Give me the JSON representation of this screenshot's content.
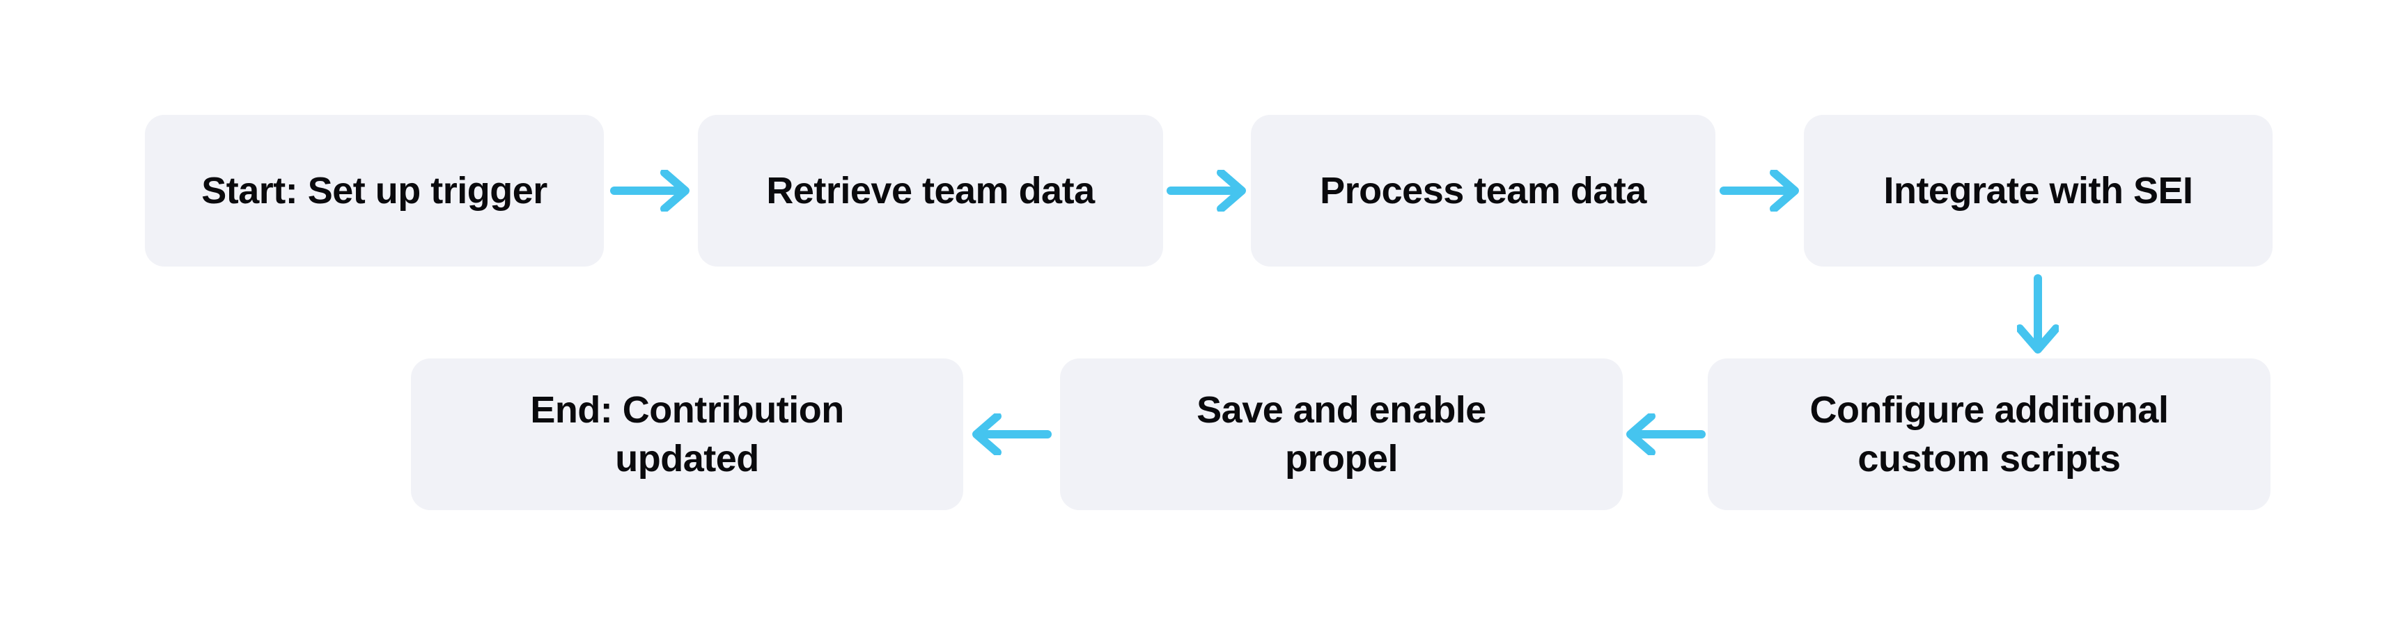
{
  "diagram": {
    "type": "flowchart",
    "background_color": "#ffffff",
    "node_fill_color": "#f1f2f7",
    "node_text_color": "#0a0a0d",
    "arrow_color": "#45c4ef",
    "nodes": [
      {
        "id": "start",
        "label": "Start: Set up trigger"
      },
      {
        "id": "retrieve",
        "label": "Retrieve team data"
      },
      {
        "id": "process",
        "label": "Process team data"
      },
      {
        "id": "integrate",
        "label": "Integrate with SEI"
      },
      {
        "id": "configure",
        "label": "Configure additional\ncustom scripts"
      },
      {
        "id": "save",
        "label": "Save and enable\npropel"
      },
      {
        "id": "end",
        "label": "End: Contribution\nupdated"
      }
    ],
    "edges": [
      {
        "from": "start",
        "to": "retrieve",
        "direction": "right"
      },
      {
        "from": "retrieve",
        "to": "process",
        "direction": "right"
      },
      {
        "from": "process",
        "to": "integrate",
        "direction": "right"
      },
      {
        "from": "integrate",
        "to": "configure",
        "direction": "down"
      },
      {
        "from": "configure",
        "to": "save",
        "direction": "left"
      },
      {
        "from": "save",
        "to": "end",
        "direction": "left"
      }
    ]
  }
}
